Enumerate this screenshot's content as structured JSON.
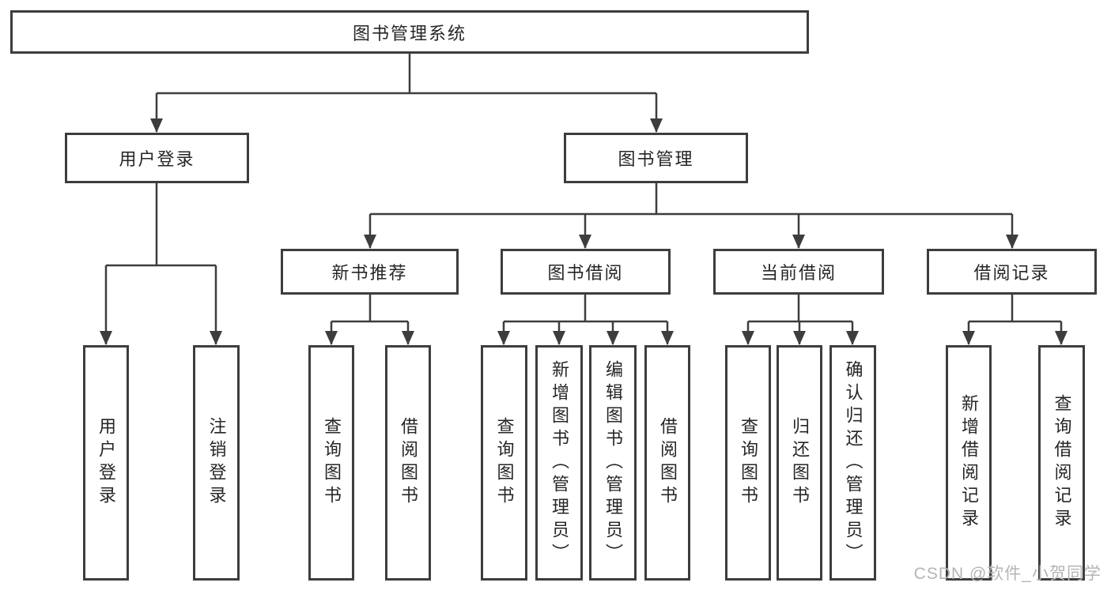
{
  "tree": {
    "label": "图书管理系统",
    "children": [
      {
        "label": "用户登录",
        "children": [
          {
            "label": "用户登录"
          },
          {
            "label": "注销登录"
          }
        ]
      },
      {
        "label": "图书管理",
        "children": [
          {
            "label": "新书推荐",
            "children": [
              {
                "label": "查询图书"
              },
              {
                "label": "借阅图书"
              }
            ]
          },
          {
            "label": "图书借阅",
            "children": [
              {
                "label": "查询图书"
              },
              {
                "label": "新增图书（管理员）"
              },
              {
                "label": "编辑图书（管理员）"
              },
              {
                "label": "借阅图书"
              }
            ]
          },
          {
            "label": "当前借阅",
            "children": [
              {
                "label": "查询图书"
              },
              {
                "label": "归还图书"
              },
              {
                "label": "确认归还（管理员）"
              }
            ]
          },
          {
            "label": "借阅记录",
            "children": [
              {
                "label": "新增借阅记录"
              },
              {
                "label": "查询借阅记录"
              }
            ]
          }
        ]
      }
    ]
  },
  "watermark": {
    "text": "CSDN @软件_小贺同学"
  },
  "colors": {
    "line": "#3d3d3d",
    "text": "#262626",
    "box_bg": "#ffffff",
    "wm": "#b5b5b5"
  }
}
